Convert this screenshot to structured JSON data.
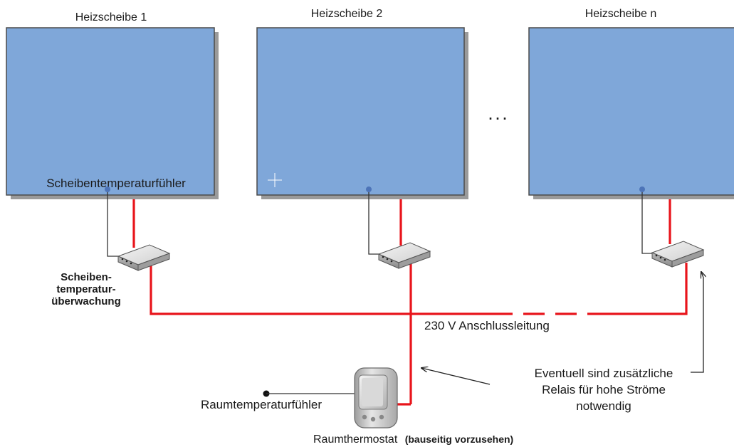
{
  "panels": [
    {
      "title": "Heizscheibe 1",
      "sensor_label": "Scheibentemperaturfühler"
    },
    {
      "title": "Heizscheibe 2"
    },
    {
      "title": "Heizscheibe n"
    }
  ],
  "ellipsis": ". . .",
  "monitor_label": [
    "Scheiben-",
    "temperatur-",
    "überwachung"
  ],
  "supply_line_label": "230 V Anschlussleitung",
  "relay_note": [
    "Eventuell sind zusätzliche",
    "Relais für hohe Ströme",
    "notwendig"
  ],
  "room_sensor_label": "Raumtemperaturfühler",
  "thermostat_label": "Raumthermostat",
  "thermostat_note": "(bauseitig vorzusehen)",
  "colors": {
    "panel_fill": "#7fa7d9",
    "panel_border": "#4a4a4a",
    "power_line": "#e8141b",
    "sensor_wire": "#333333",
    "sensor_dot": "#4d74b8"
  }
}
